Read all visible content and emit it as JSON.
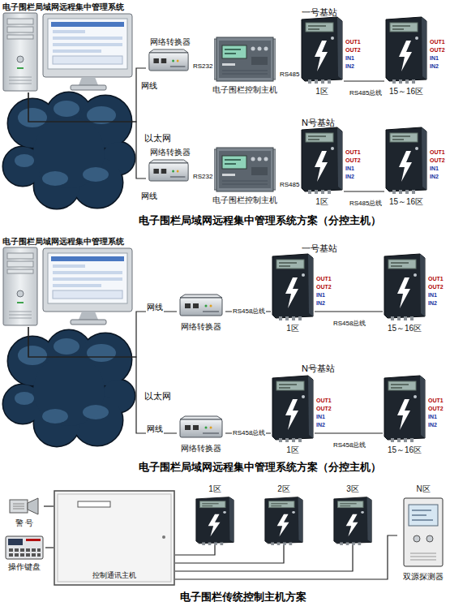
{
  "diagram": {
    "nodes": [
      {
        "text": [
          "电子围栏局域网远程集中管理系统"
        ]
      },
      {
        "text": [
          "网络转换器"
        ]
      },
      {
        "text": [
          "电子围栏控制主机"
        ]
      },
      {
        "text": [
          "1区"
        ]
      },
      {
        "text": [
          "15～16区"
        ]
      },
      {
        "text": [
          "网络转换器"
        ]
      },
      {
        "text": [
          "电子围栏控制主机"
        ]
      },
      {
        "text": [
          "1区"
        ]
      },
      {
        "text": [
          "15～16区"
        ]
      },
      {
        "text": [
          "电子围栏局域网远程集中管理系统"
        ]
      },
      {
        "text": [
          "网络转换器"
        ]
      },
      {
        "text": [
          "1区"
        ]
      },
      {
        "text": [
          "15～16区"
        ]
      },
      {
        "text": [
          "网络转换器"
        ]
      },
      {
        "text": [
          "1区"
        ]
      },
      {
        "text": [
          "15～16区"
        ]
      },
      {
        "text": [
          "警 号"
        ]
      },
      {
        "text": [
          "操作键盘"
        ]
      },
      {
        "text": [
          "控制通讯主机"
        ]
      },
      {
        "text": [
          "1区"
        ]
      },
      {
        "text": [
          "2区"
        ]
      },
      {
        "text": [
          "3区"
        ]
      },
      {
        "text": [
          "N区",
          "双源探测器"
        ]
      }
    ],
    "edges": [
      {
        "from": 0,
        "to": 1,
        "label": "网线",
        "arrow": "none"
      },
      {
        "from": 1,
        "to": 2,
        "label": "RS232",
        "arrow": "none"
      },
      {
        "from": 2,
        "to": 3,
        "label": "RS485",
        "arrow": "none"
      },
      {
        "from": 3,
        "to": 4,
        "label": "RS485总线",
        "arrow": "none"
      },
      {
        "from": 0,
        "to": 5,
        "label": "网线",
        "arrow": "none"
      },
      {
        "from": 5,
        "to": 6,
        "label": "RS232",
        "arrow": "none"
      },
      {
        "from": 6,
        "to": 7,
        "label": "RS485",
        "arrow": "none"
      },
      {
        "from": 7,
        "to": 8,
        "label": "RS485总线",
        "arrow": "none"
      },
      {
        "from": 9,
        "to": 10,
        "label": "网线",
        "arrow": "none"
      },
      {
        "from": 10,
        "to": 11,
        "label": "RS458总线",
        "arrow": "none"
      },
      {
        "from": 11,
        "to": 12,
        "label": "RS458总线",
        "arrow": "none"
      },
      {
        "from": 9,
        "to": 13,
        "label": "网线",
        "arrow": "none"
      },
      {
        "from": 13,
        "to": 14,
        "label": "RS458总线",
        "arrow": "none"
      },
      {
        "from": 14,
        "to": 15,
        "label": "RS458总线",
        "arrow": "none"
      },
      {
        "from": 16,
        "to": 18,
        "arrow": "none"
      },
      {
        "from": 17,
        "to": 18,
        "arrow": "none"
      },
      {
        "from": 18,
        "to": 19,
        "arrow": "none"
      },
      {
        "from": 18,
        "to": 20,
        "arrow": "none"
      },
      {
        "from": 18,
        "to": 21,
        "arrow": "none"
      },
      {
        "from": 18,
        "to": 22,
        "arrow": "none"
      }
    ],
    "labels": [
      "一号基站",
      "以太网",
      "N号基站",
      "OUT1",
      "OUT2",
      "IN1",
      "IN2",
      "OUT1",
      "OUT2",
      "IN1",
      "IN2",
      "OUT1",
      "OUT2",
      "IN1",
      "IN2",
      "OUT1",
      "OUT2",
      "IN1",
      "IN2",
      "电子围栏局域网远程集中管理系统方案（分控主机）",
      "一号基站",
      "以太网",
      "N号基站",
      "OUT1",
      "OUT2",
      "IN1",
      "IN2",
      "OUT1",
      "OUT2",
      "IN1",
      "IN2",
      "OUT1",
      "OUT2",
      "IN1",
      "IN2",
      "OUT1",
      "OUT2",
      "IN1",
      "IN2",
      "电子围栏局域网远程集中管理系统方案（分控主机）",
      "电子围栏传统控制主机方案"
    ]
  }
}
